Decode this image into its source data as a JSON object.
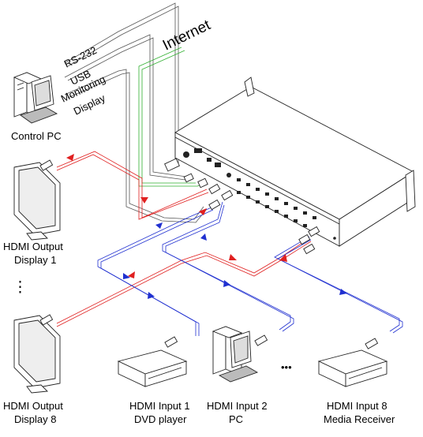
{
  "labels": {
    "rs232": "RS-232",
    "usb": "USB",
    "monitoring_line1": "Monitoring",
    "monitoring_line2": "Display",
    "internet": "Internet",
    "control_pc": "Control PC",
    "out1_line1": "HDMI Output",
    "out1_line2": "Display 1",
    "vdots": "⋮",
    "out8_line1": "HDMI Output",
    "out8_line2": "Display 8",
    "in1_line1": "HDMI Input 1",
    "in1_line2": "DVD player",
    "in2_line1": "HDMI Input 2",
    "in2_line2": "PC",
    "hdots": "•••",
    "in8_line1": "HDMI Input 8",
    "in8_line2": "Media Receiver"
  },
  "colors": {
    "output_signal": "#e02020",
    "input_signal": "#2030d0",
    "network": "#30b030",
    "control": "#555555",
    "outline": "#222222"
  }
}
